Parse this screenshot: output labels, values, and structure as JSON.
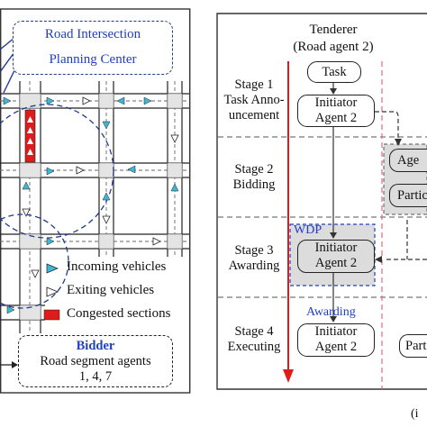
{
  "left_panel": {
    "planning_center": [
      "Road Intersection",
      "Planning Center"
    ],
    "legend": {
      "incoming": "Incoming vehicles",
      "exiting": "Exiting vehicles",
      "congested": "Congested sections"
    },
    "bidder": {
      "title": "Bidder",
      "line1": "Road segment agents",
      "line2": "1, 4, 7"
    }
  },
  "right_panel": {
    "tenderer": [
      "Tenderer",
      "(Road agent 2)"
    ],
    "stages": [
      [
        "Stage 1",
        "Task Anno-",
        "uncement"
      ],
      [
        "Stage 2",
        "Bidding"
      ],
      [
        "Stage 3",
        "Awarding"
      ],
      [
        "Stage 4",
        "Executing"
      ]
    ],
    "nodes": {
      "task": "Task",
      "initiator_1": [
        "Initiator",
        "Agent 2"
      ],
      "initiator_3": [
        "Initiator",
        "Agent 2"
      ],
      "initiator_4": [
        "Initiator",
        "Agent 2"
      ],
      "agent_partial": "Age",
      "partic_partial": "Partic",
      "part_partial": "Part"
    },
    "wdp": "WDP",
    "awarding": "Awarding",
    "corner_partial": "(i"
  },
  "colors": {
    "accent_blue": "#1f3fbf",
    "congestion_red": "#e01b1b",
    "timeline_red": "#e01b1b",
    "incoming_cyan": "#3fb6d6",
    "node_grey": "#dcdcdc"
  }
}
